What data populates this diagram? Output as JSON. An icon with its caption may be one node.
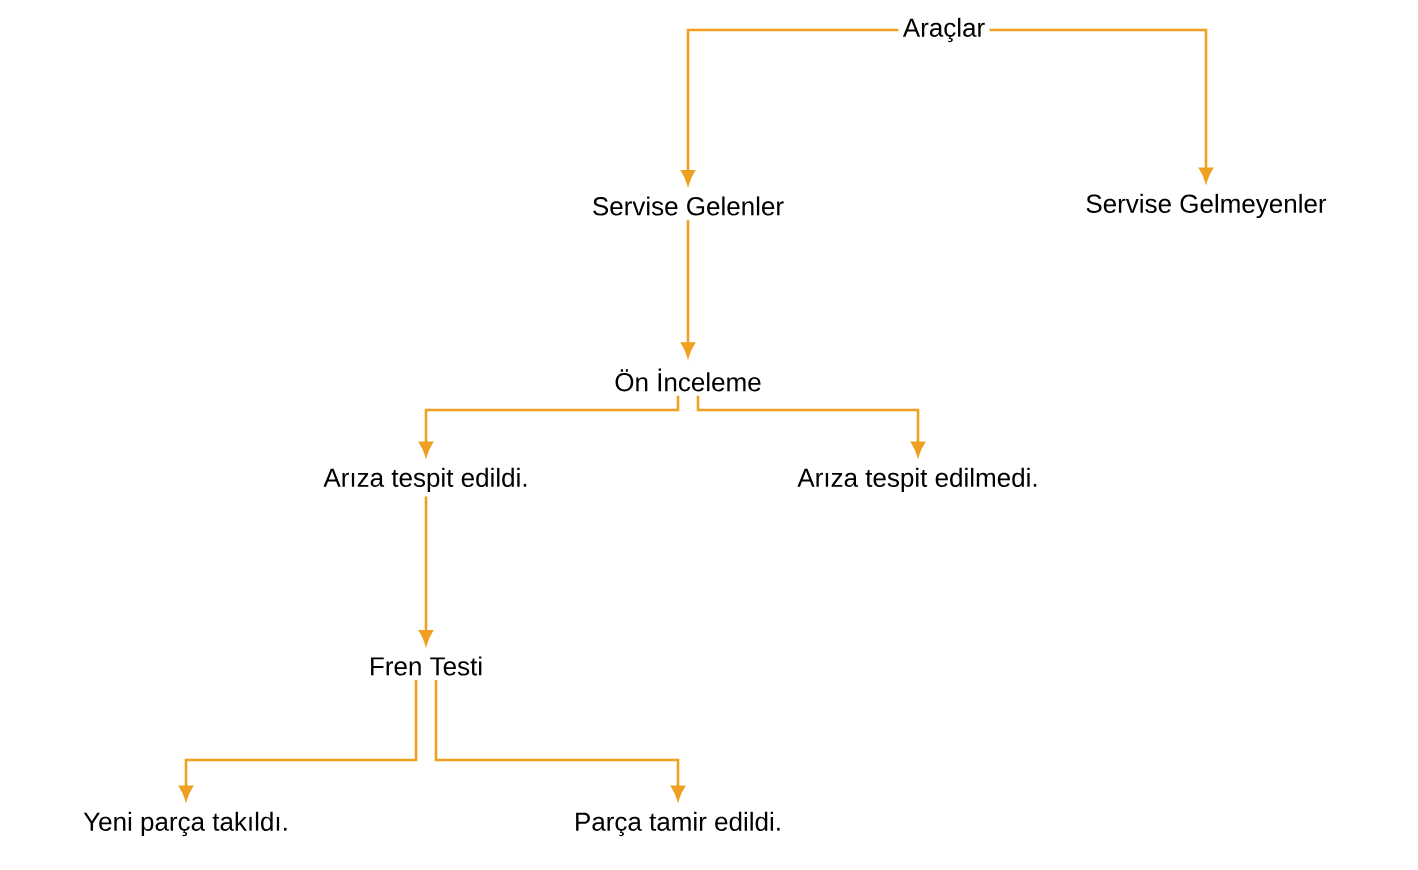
{
  "diagram": {
    "nodes": [
      {
        "text": [
          "Araçlar"
        ]
      },
      {
        "text": [
          "Servise Gelenler"
        ]
      },
      {
        "text": [
          "Servise Gelmeyenler"
        ]
      },
      {
        "text": [
          "Ön İnceleme"
        ]
      },
      {
        "text": [
          "Arıza tespit edildi."
        ]
      },
      {
        "text": [
          "Arıza tespit edilmedi."
        ]
      },
      {
        "text": [
          "Fren Testi"
        ]
      },
      {
        "text": [
          "Yeni parça takıldı."
        ]
      },
      {
        "text": [
          "Parça tamir edildi."
        ]
      }
    ],
    "edges": [
      {
        "from": 0,
        "to": 1,
        "arrow": "to"
      },
      {
        "from": 0,
        "to": 2,
        "arrow": "to"
      },
      {
        "from": 1,
        "to": 3,
        "arrow": "to"
      },
      {
        "from": 3,
        "to": 4,
        "arrow": "to"
      },
      {
        "from": 3,
        "to": 5,
        "arrow": "to"
      },
      {
        "from": 4,
        "to": 6,
        "arrow": "to"
      },
      {
        "from": 6,
        "to": 7,
        "arrow": "to"
      },
      {
        "from": 6,
        "to": 8,
        "arrow": "to"
      }
    ]
  }
}
